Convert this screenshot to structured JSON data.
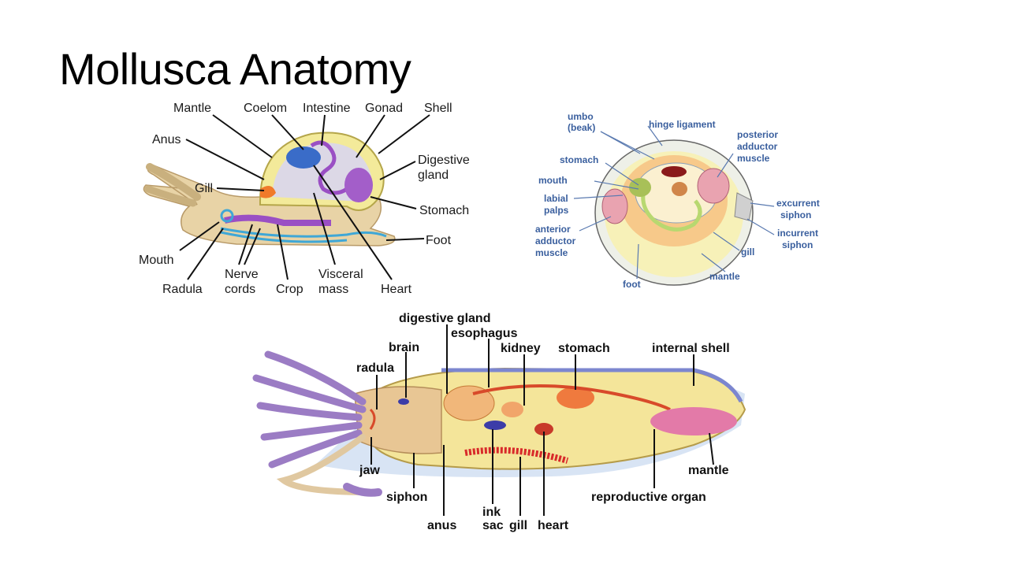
{
  "title": "Mollusca Anatomy",
  "snail": {
    "labels": {
      "mantle": "Mantle",
      "coelom": "Coelom",
      "intestine": "Intestine",
      "gonad": "Gonad",
      "shell": "Shell",
      "anus": "Anus",
      "digestive1": "Digestive",
      "digestive2": "gland",
      "gill": "Gill",
      "stomach": "Stomach",
      "foot": "Foot",
      "mouth": "Mouth",
      "radula": "Radula",
      "nerve1": "Nerve",
      "nerve2": "cords",
      "crop": "Crop",
      "visceral1": "Visceral",
      "visceral2": "mass",
      "heart": "Heart"
    }
  },
  "clam": {
    "labels": {
      "umbo1": "umbo",
      "umbo2": "(beak)",
      "hinge": "hinge ligament",
      "post1": "posterior",
      "post2": "adductor",
      "post3": "muscle",
      "stomach": "stomach",
      "mouth": "mouth",
      "labial1": "labial",
      "labial2": "palps",
      "excurrent1": "excurrent",
      "excurrent2": "siphon",
      "incurrent1": "incurrent",
      "incurrent2": "siphon",
      "ant1": "anterior",
      "ant2": "adductor",
      "ant3": "muscle",
      "gill": "gill",
      "mantle": "mantle",
      "foot": "foot"
    }
  },
  "squid": {
    "labels": {
      "digestive_gland": "digestive gland",
      "esophagus": "esophagus",
      "brain": "brain",
      "kidney": "kidney",
      "stomach": "stomach",
      "internal_shell": "internal shell",
      "radula": "radula",
      "jaw": "jaw",
      "mantle": "mantle",
      "siphon": "siphon",
      "reproductive": "reproductive organ",
      "ink1": "ink",
      "ink2": "sac",
      "anus": "anus",
      "gill": "gill",
      "heart": "heart"
    }
  }
}
